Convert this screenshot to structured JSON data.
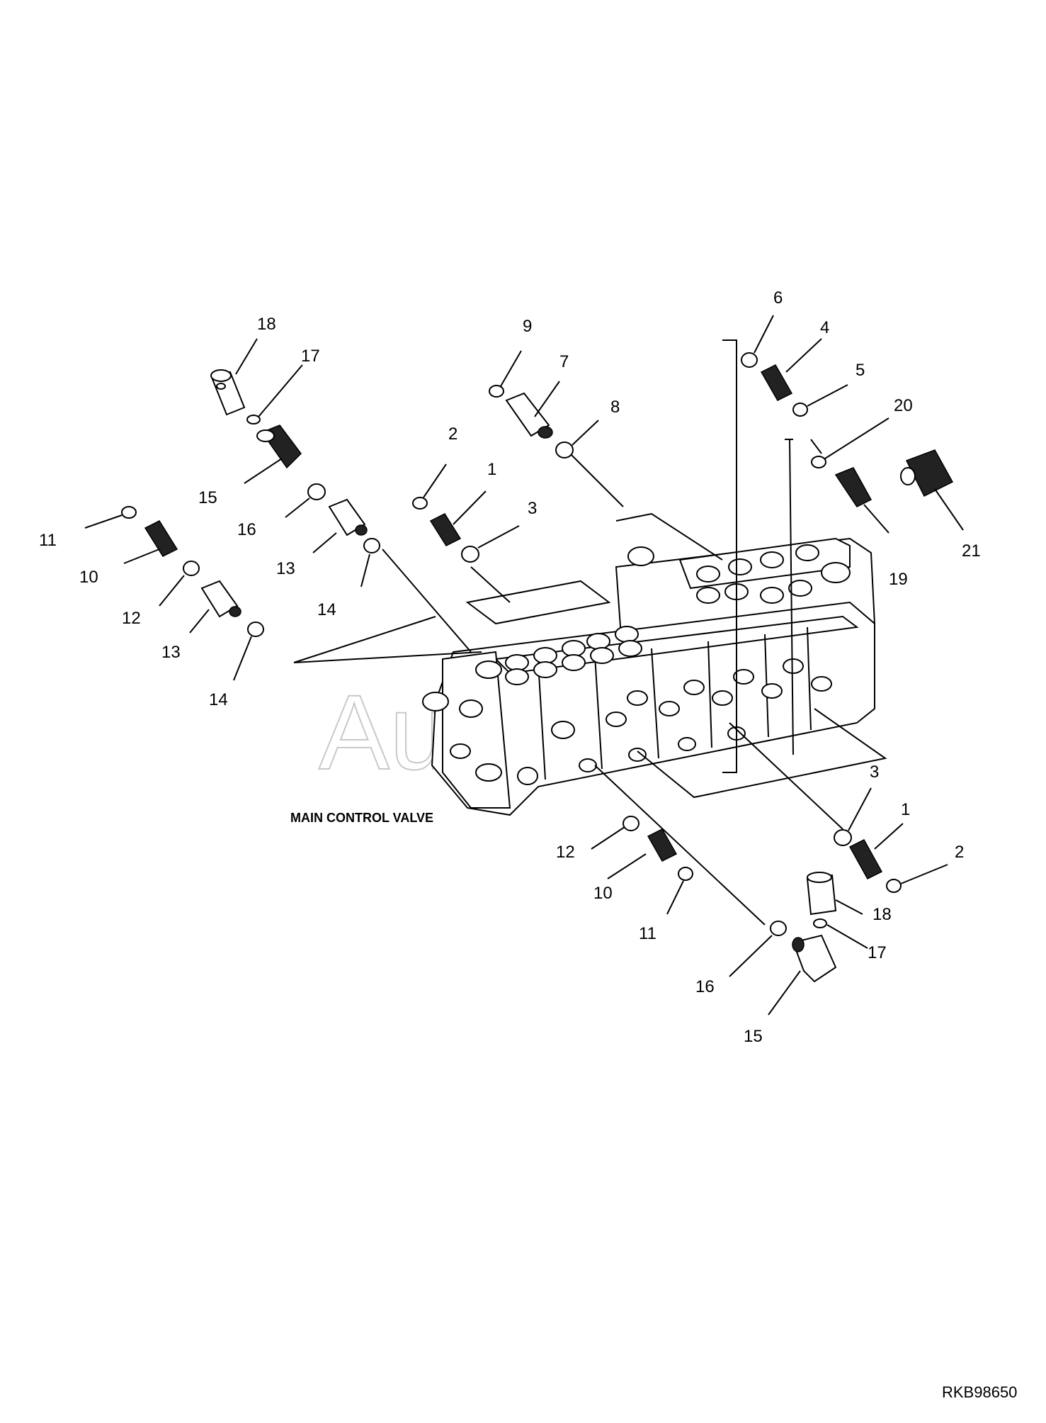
{
  "title": "MAIN CONTROL VALVE",
  "drawing_ref": "RKB98650",
  "watermark": "Auto",
  "callouts": [
    "1",
    "2",
    "3",
    "4",
    "5",
    "6",
    "7",
    "8",
    "9",
    "10",
    "11",
    "12",
    "13",
    "14",
    "15",
    "16",
    "17",
    "18",
    "19",
    "20",
    "21"
  ]
}
